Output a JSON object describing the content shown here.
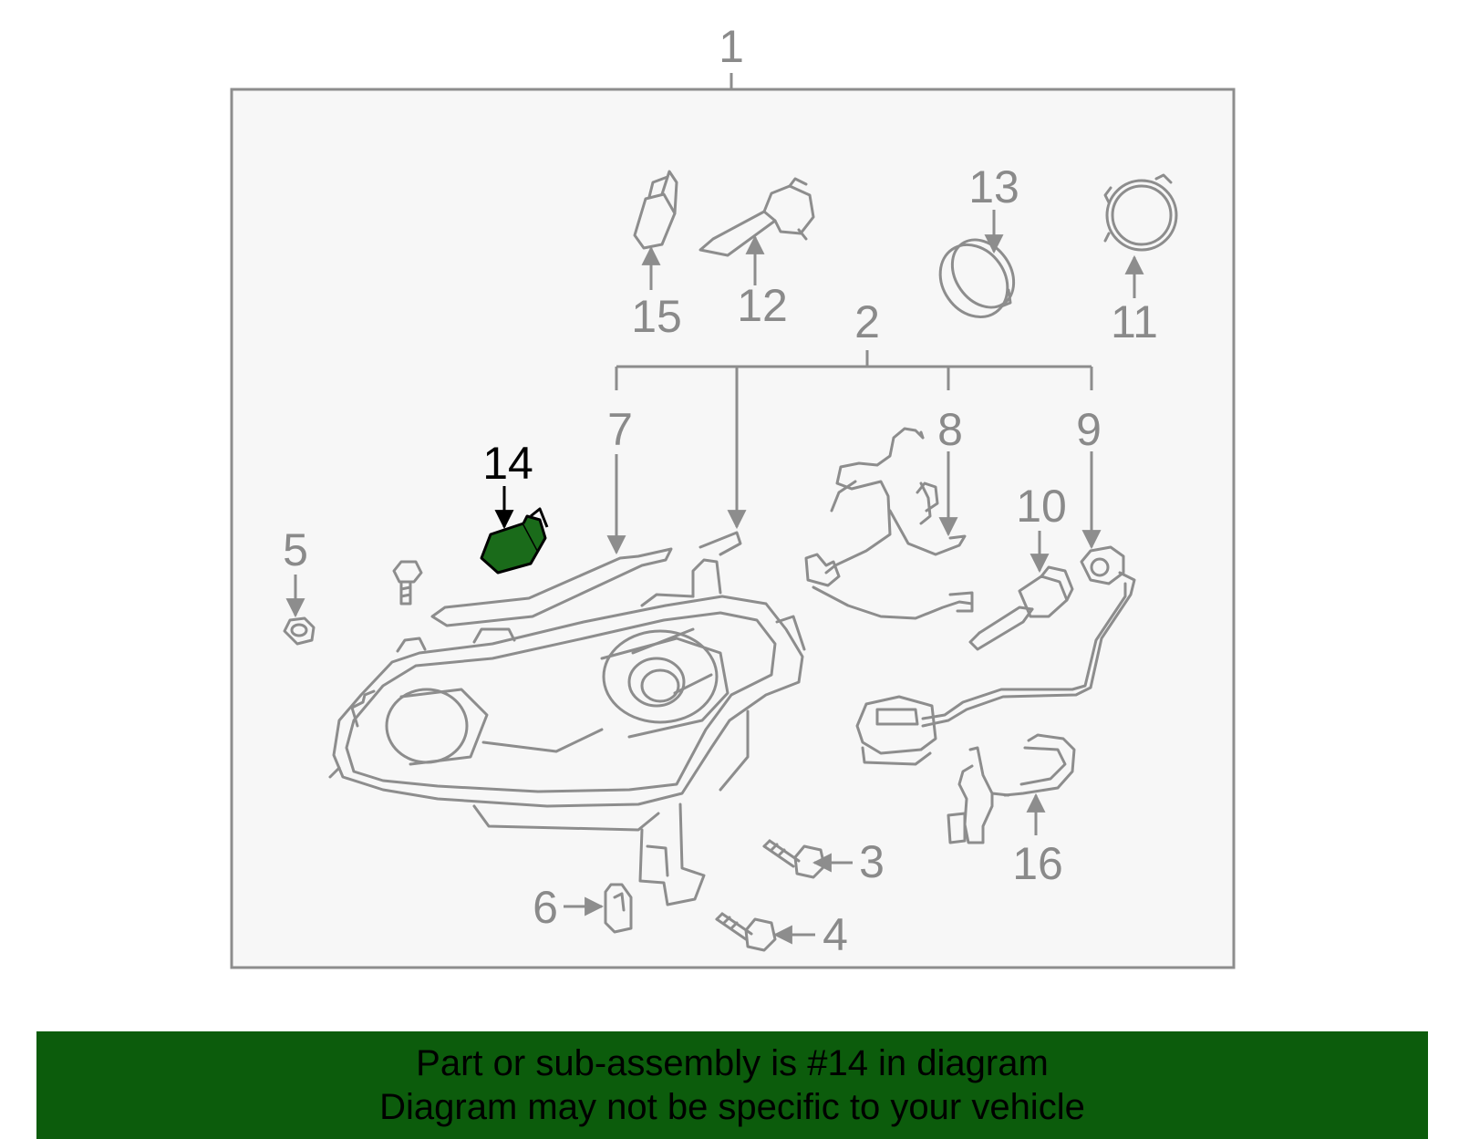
{
  "diagram": {
    "callouts": [
      {
        "id": "1",
        "label": "1"
      },
      {
        "id": "2",
        "label": "2"
      },
      {
        "id": "3",
        "label": "3"
      },
      {
        "id": "4",
        "label": "4"
      },
      {
        "id": "5",
        "label": "5"
      },
      {
        "id": "6",
        "label": "6"
      },
      {
        "id": "7",
        "label": "7"
      },
      {
        "id": "8",
        "label": "8"
      },
      {
        "id": "9",
        "label": "9"
      },
      {
        "id": "10",
        "label": "10"
      },
      {
        "id": "11",
        "label": "11"
      },
      {
        "id": "12",
        "label": "12"
      },
      {
        "id": "13",
        "label": "13"
      },
      {
        "id": "14",
        "label": "14",
        "highlighted": true
      },
      {
        "id": "15",
        "label": "15"
      },
      {
        "id": "16",
        "label": "16"
      }
    ],
    "highlight_color": "#1a6b1a",
    "line_color": "#8d8d8d",
    "frame_fill": "#f7f7f7"
  },
  "banner": {
    "line1": "Part or sub-assembly is #14 in diagram",
    "line2": "Diagram may not be specific to your vehicle",
    "background": "#0c5c0c"
  }
}
